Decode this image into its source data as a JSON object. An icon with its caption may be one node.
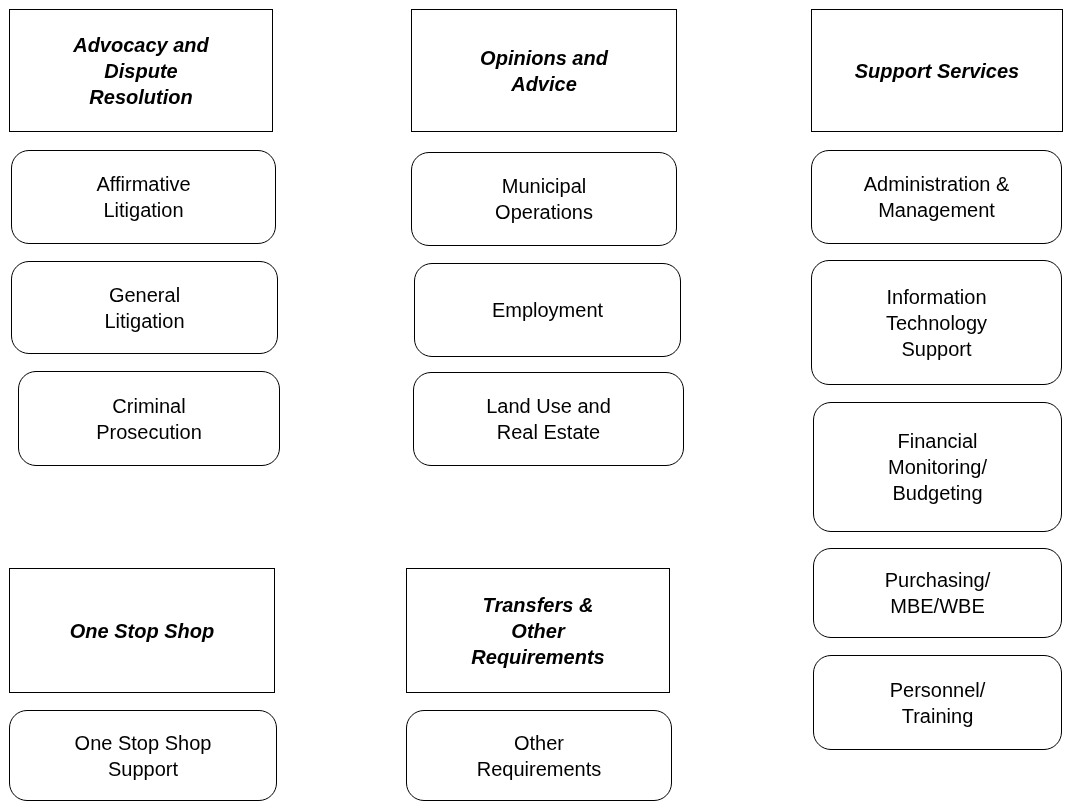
{
  "diagram": {
    "nodes": [
      {
        "text": [
          "Advocacy and Dispute Resolution"
        ]
      },
      {
        "text": [
          "Affirmative Litigation"
        ]
      },
      {
        "text": [
          "General Litigation"
        ]
      },
      {
        "text": [
          "Criminal Prosecution"
        ]
      },
      {
        "text": [
          "Opinions and Advice"
        ]
      },
      {
        "text": [
          "Municipal Operations"
        ]
      },
      {
        "text": [
          "Employment"
        ]
      },
      {
        "text": [
          "Land Use and Real Estate"
        ]
      },
      {
        "text": [
          "Support Services"
        ]
      },
      {
        "text": [
          "Administration & Management"
        ]
      },
      {
        "text": [
          "Information Technology Support"
        ]
      },
      {
        "text": [
          "Financial Monitoring/ Budgeting"
        ]
      },
      {
        "text": [
          "Purchasing/ MBE/WBE"
        ]
      },
      {
        "text": [
          "Personnel/ Training"
        ]
      },
      {
        "text": [
          "One Stop Shop"
        ]
      },
      {
        "text": [
          "One Stop Shop Support"
        ]
      },
      {
        "text": [
          "Transfers & Other Requirements"
        ]
      },
      {
        "text": [
          "Other Requirements"
        ]
      }
    ],
    "edges": []
  }
}
